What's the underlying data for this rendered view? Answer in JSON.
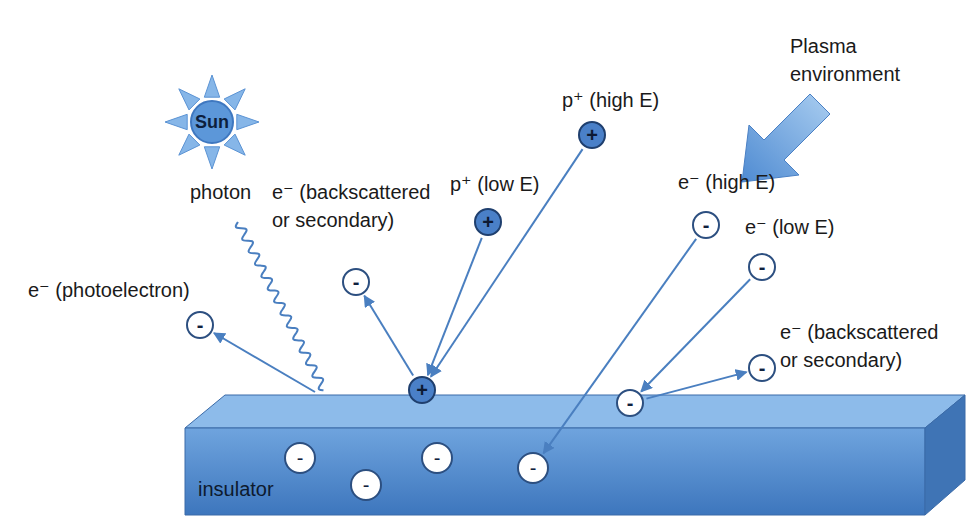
{
  "diagram": {
    "nodes": [
      {
        "text": [
          "Sun"
        ]
      },
      {
        "text": [
          "insulator"
        ]
      },
      {
        "text": [
          "-"
        ],
        "in": 1
      },
      {
        "text": [
          "-"
        ],
        "in": 1
      },
      {
        "text": [
          "-"
        ],
        "in": 1
      },
      {
        "text": [
          "-"
        ],
        "in": 1
      },
      {
        "text": [
          "+"
        ]
      },
      {
        "text": [
          "-"
        ]
      },
      {
        "text": [
          "-"
        ]
      },
      {
        "text": [
          "-"
        ]
      },
      {
        "text": [
          "+"
        ]
      },
      {
        "text": [
          "+"
        ]
      },
      {
        "text": [
          "-"
        ]
      },
      {
        "text": [
          "-"
        ]
      },
      {
        "text": [
          "-"
        ]
      }
    ],
    "edges": [
      {
        "from": 6,
        "to": 9,
        "arrow": "to"
      },
      {
        "from": 10,
        "to": 6,
        "arrow": "to"
      },
      {
        "from": 11,
        "to": 6,
        "arrow": "to"
      },
      {
        "from": 12,
        "to": 5,
        "arrow": "to"
      },
      {
        "from": 13,
        "to": 7,
        "arrow": "to"
      },
      {
        "from": 7,
        "to": 14,
        "arrow": "to"
      }
    ],
    "labels": [
      "photon",
      "e⁻ (photoelectron)",
      "e⁻ (backscattered or secondary)",
      "p⁺ (low E)",
      "p⁺ (high E)",
      "e⁻ (high E)",
      "e⁻ (low E)",
      "e⁻ (backscattered or secondary)",
      "Plasma environment"
    ]
  }
}
